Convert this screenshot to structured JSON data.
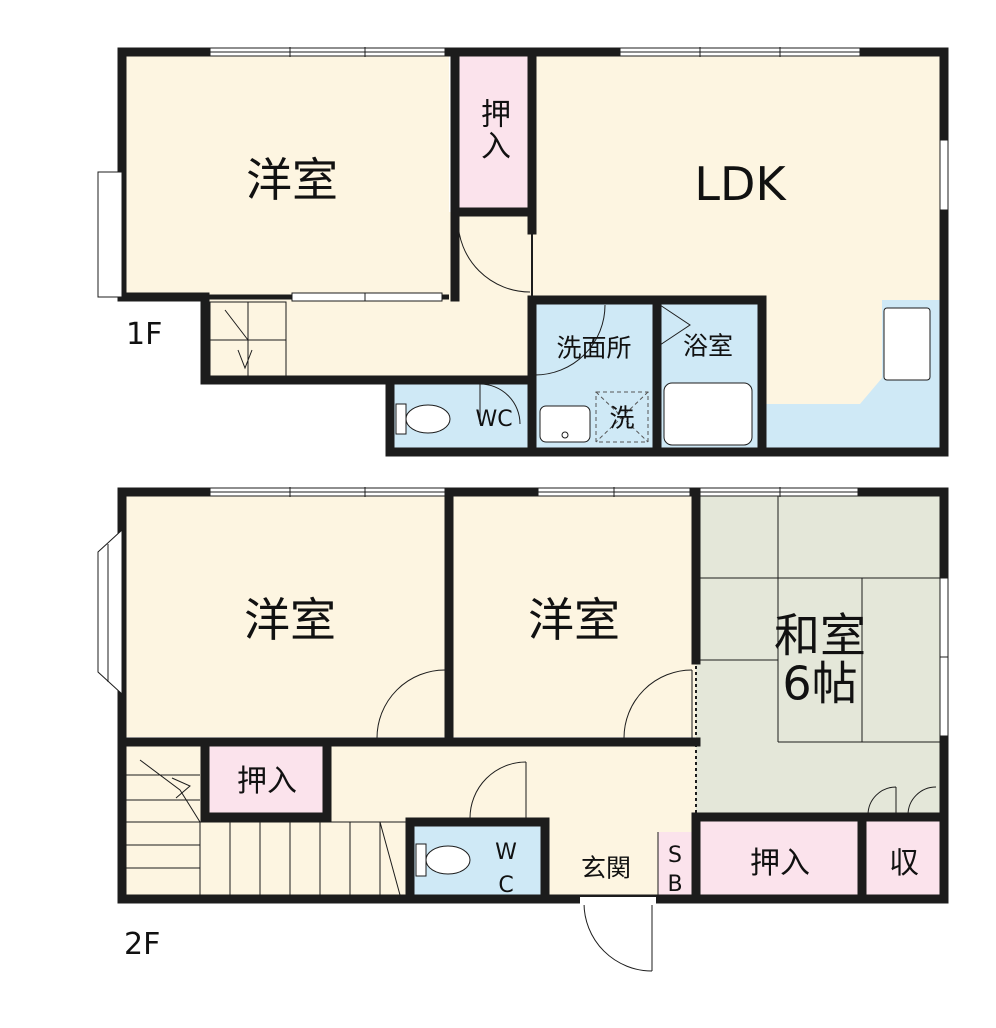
{
  "floors": {
    "first": {
      "label": "1F",
      "rooms": {
        "western": "洋室",
        "closet": "押入",
        "ldk": "LDK",
        "washroom": "洗面所",
        "bath": "浴室",
        "toilet": "WC",
        "laundry": "洗"
      }
    },
    "second": {
      "label": "2F",
      "rooms": {
        "western_left": "洋室",
        "western_mid": "洋室",
        "japanese": "和室\n6帖",
        "closet_left": "押入",
        "closet_right": "押入",
        "storage": "収",
        "toilet": "WC",
        "entrance": "玄関",
        "shoe_box": "SB"
      }
    }
  },
  "colors": {
    "wall": "#1c1c1c",
    "beige": "#fdf5e1",
    "pink": "#fbe3ec",
    "blue": "#cfe9f6",
    "tatami": "#e4e7d9"
  }
}
